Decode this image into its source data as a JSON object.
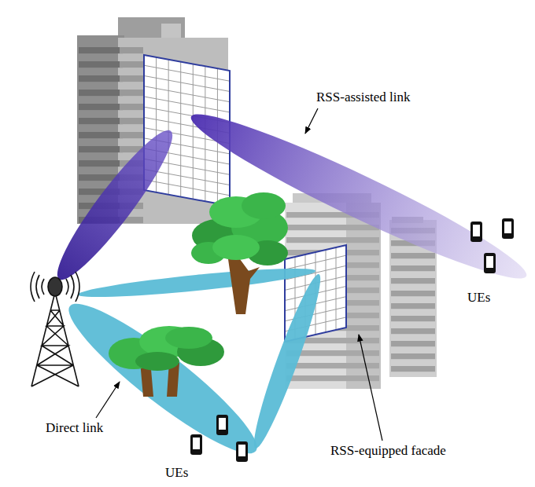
{
  "diagram": {
    "labels": [
      "RSS-assisted link",
      "UEs",
      "Direct link",
      "RSS-equipped facade",
      "UEs"
    ]
  }
}
